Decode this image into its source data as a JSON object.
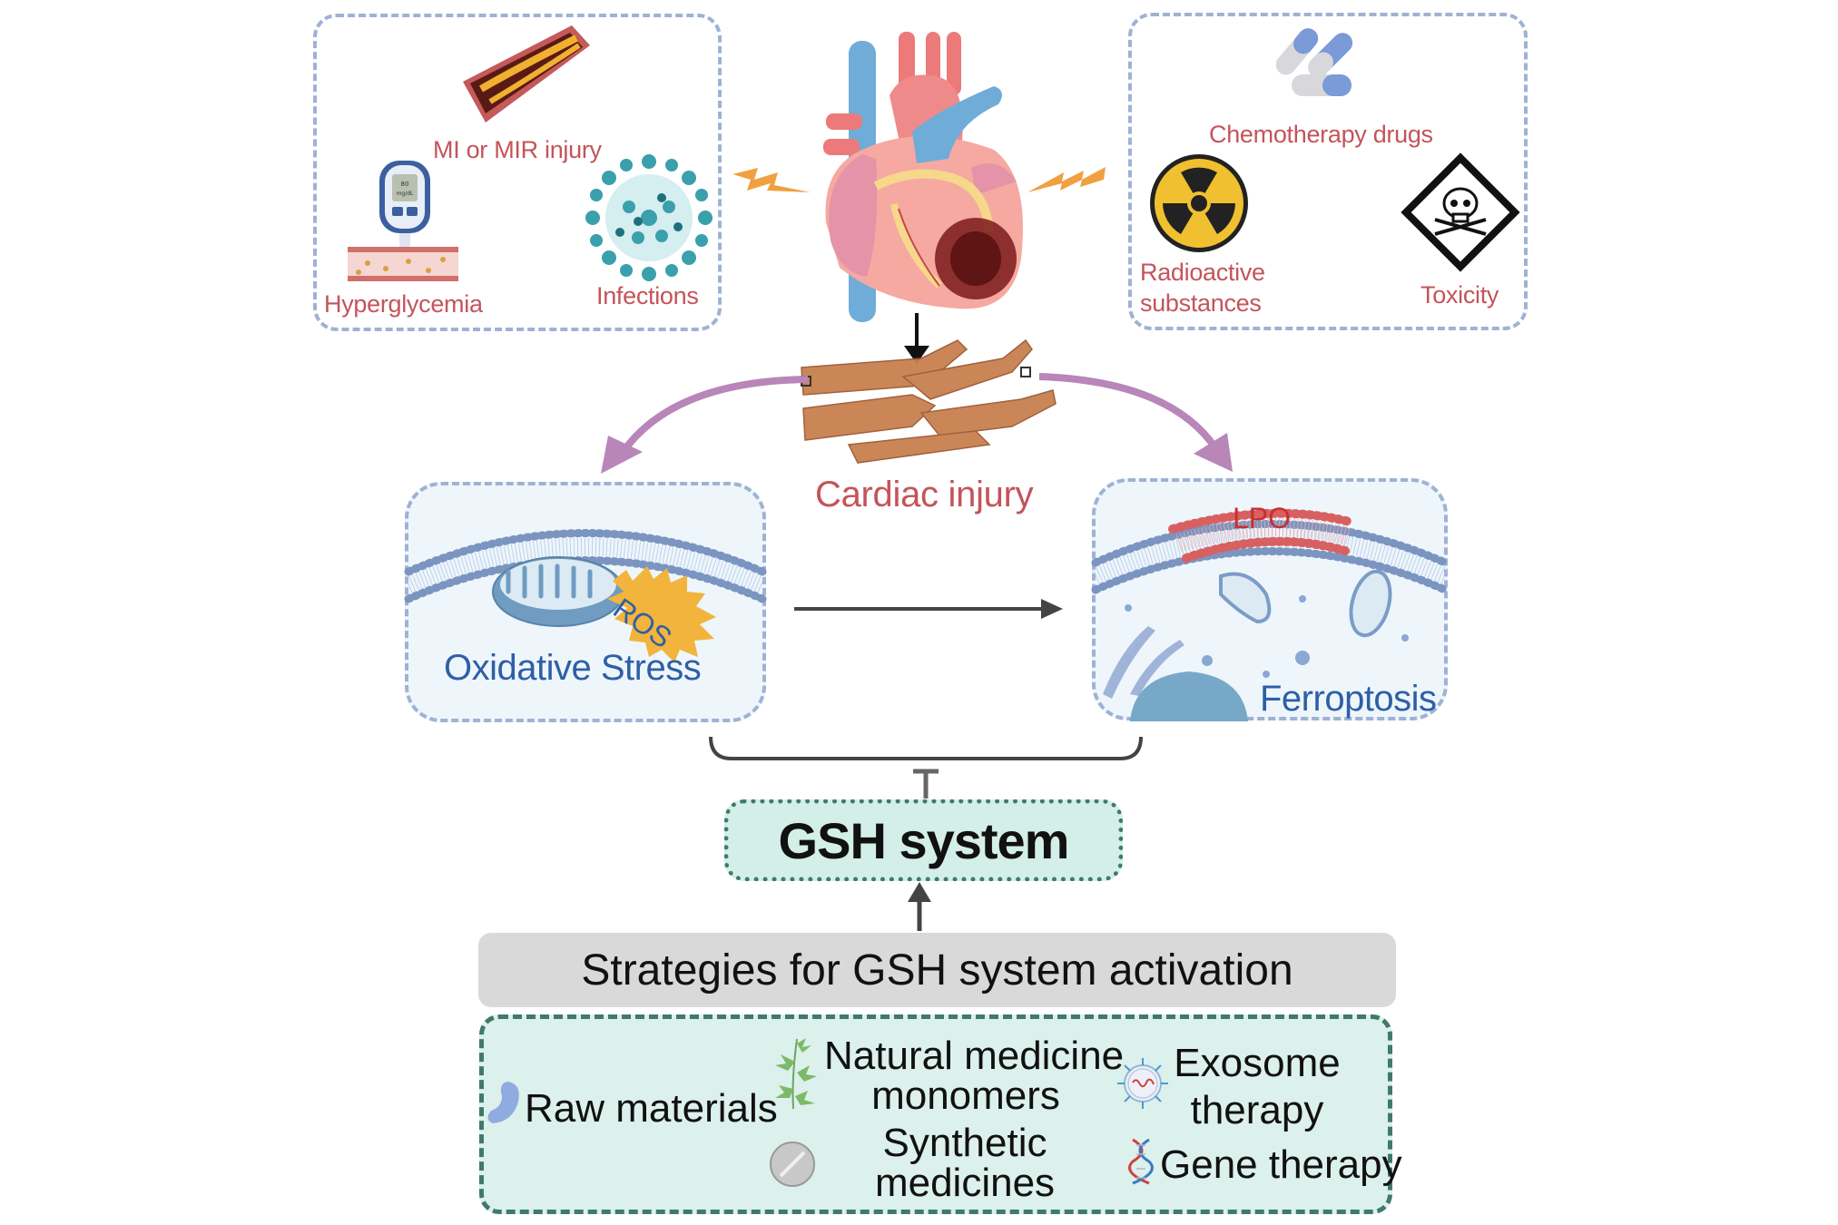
{
  "causes_left": {
    "mi": "MI or MIR injury",
    "hyperglycemia": "Hyperglycemia",
    "infections": "Infections",
    "glucometer_reading": "80",
    "glucometer_unit": "mg/dL"
  },
  "causes_right": {
    "chemo": "Chemotherapy drugs",
    "radioactive_line1": "Radioactive",
    "radioactive_line2": "substances",
    "toxicity": "Toxicity"
  },
  "center": {
    "cardiac_injury": "Cardiac injury"
  },
  "mechanisms": {
    "oxidative_stress": "Oxidative Stress",
    "ros": "ROS",
    "ferroptosis": "Ferroptosis",
    "lpo": "LPO"
  },
  "gsh": {
    "title": "GSH system"
  },
  "strategies": {
    "header": "Strategies for GSH system activation",
    "raw": "Raw materials",
    "natural_line1": "Natural medicine",
    "natural_line2": "monomers",
    "synthetic_line1": "Synthetic",
    "synthetic_line2": "medicines",
    "exosome_line1": "Exosome",
    "exosome_line2": "therapy",
    "gene": "Gene therapy"
  },
  "colors": {
    "cause_text": "#c4545a",
    "mechanism_text": "#2e5fa6",
    "box_border_blue": "#9fb2d4",
    "box_border_teal": "#3f7a6c",
    "box_fill_teal": "#dcf0ec",
    "arrow_purple": "#b886b8",
    "lightning": "#f0a040"
  }
}
